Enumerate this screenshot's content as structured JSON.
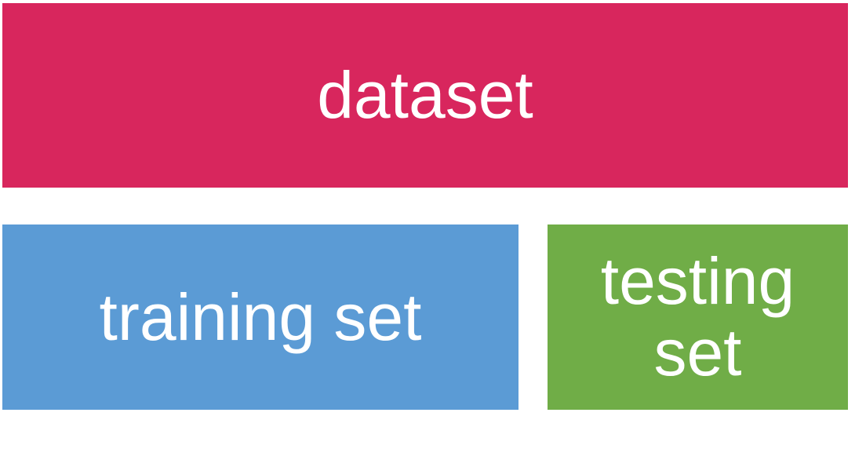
{
  "blocks": {
    "dataset": {
      "label": "dataset",
      "color": "#d8265d"
    },
    "training_set": {
      "label": "training set",
      "color": "#5b9bd5"
    },
    "testing_set": {
      "label": "testing set",
      "color": "#70ad47"
    }
  }
}
